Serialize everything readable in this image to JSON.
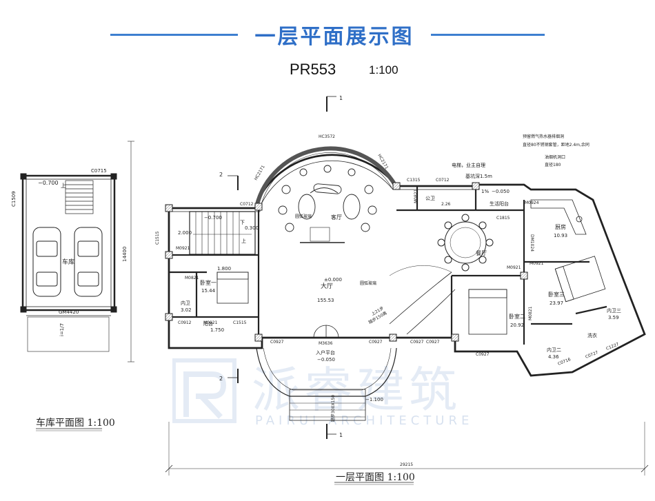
{
  "header": {
    "title": "一层平面展示图",
    "project": "PR553",
    "scale": "1:100"
  },
  "watermark": {
    "cn": "派睿建筑",
    "en": "PAIRUI ARCHITECTURE"
  },
  "garage": {
    "caption": "车库平面图  1:100",
    "room": "车库",
    "codes": {
      "window_top": "C0715",
      "window_left": "C1509",
      "door": "GM4420"
    },
    "level": "−0.700",
    "stair_up": "上",
    "dim_vertical": "14400",
    "ramp": "i=1/7"
  },
  "plan": {
    "caption": "一层平面图  1:100",
    "section_marks": {
      "one": "1",
      "two": "2"
    },
    "dims": {
      "total": "29215"
    },
    "rooms": {
      "hall": {
        "name": "大厅",
        "area": "155.53",
        "level": "±0.000"
      },
      "living": {
        "name": "客厅"
      },
      "dining": {
        "name": "餐厅"
      },
      "kitchen": {
        "name": "厨房",
        "area": "10.93"
      },
      "bed1": {
        "name": "卧室一",
        "area": "15.44"
      },
      "bed2": {
        "name": "卧室二",
        "area": "20.92"
      },
      "bed3": {
        "name": "卧室三",
        "area": "23.97"
      },
      "wc1": {
        "name": "内卫",
        "area": "3.02"
      },
      "wc2": {
        "name": "内卫二",
        "area": "4.36"
      },
      "wc3": {
        "name": "内卫三",
        "area": "3.59"
      },
      "pub_wc": {
        "name": "公卫",
        "area": "2.26"
      },
      "balcony": {
        "name": "生活阳台"
      },
      "terrace": {
        "name": "阳台"
      },
      "entry": {
        "name": "入户平台",
        "level": "−0.050"
      },
      "steps": {
        "level": "−1.100"
      },
      "laundry": {
        "name": "洗衣"
      }
    },
    "labels": {
      "stair_level": "−0.700",
      "stair_up": "上",
      "stair_down": "下",
      "stair_2000": "2.000",
      "stair_0300": "0.300",
      "stair_dim1800": "1.800",
      "stair_dim1750": "1.750",
      "elevator_note": "电梯，业主自理",
      "elevator_pit": "基坑深1.5m",
      "balcony_level": "−0.050",
      "ratio": "1%",
      "heater_note": "预留燃气热水器排烟洞",
      "heater_note2": "直径80不锈钢套管，距地2.4m,余同",
      "hood_note": "油烟机洞口",
      "hood_dia": "直径180",
      "stair_curve": "上21步",
      "stair_curve2": "踏步150高",
      "ramp_note": "踏步300X150",
      "glass": "圆弧玻璃"
    },
    "codes": {
      "HC3572": "HC3572",
      "HC2171a": "HC2171",
      "HC2171b": "HC2171",
      "C1315": "C1315",
      "C0712a": "C0712",
      "C0712b": "C0712",
      "M0821a": "M0821",
      "M0821b": "M0821",
      "M0821c": "M0821",
      "M0921a": "M0921",
      "M0921b": "M0921",
      "M0921c": "M0921",
      "M0921d": "M0921",
      "M0924": "M0924",
      "C1815": "C1815",
      "DM1024": "DM1024",
      "C1515a": "C1515",
      "C1515b": "C1515",
      "C0912": "C0912",
      "C0927a": "C0927",
      "C0927b": "C0927",
      "C0927c": "C0927",
      "C0927d": "C0927",
      "C0927e": "C0927",
      "M3636": "M3636",
      "C0716": "C0716",
      "C0727": "C0727",
      "C1227": "C1227"
    }
  }
}
